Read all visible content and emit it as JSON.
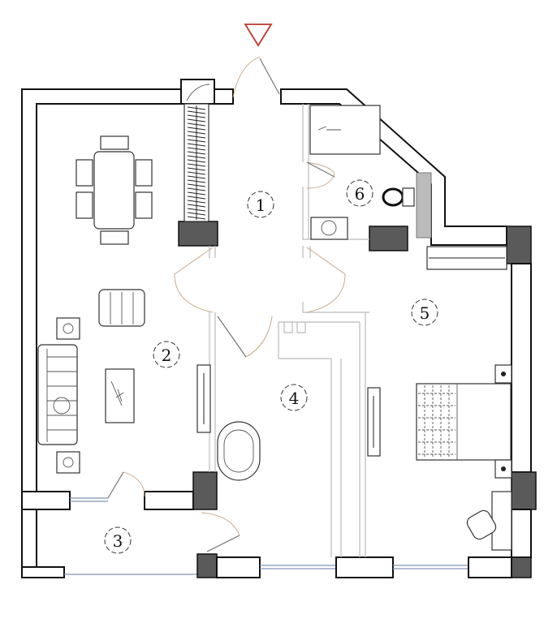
{
  "plan": {
    "entrance_marker_color": "#c0392b",
    "rooms": [
      {
        "number": "1"
      },
      {
        "number": "2"
      },
      {
        "number": "3"
      },
      {
        "number": "4"
      },
      {
        "number": "5"
      },
      {
        "number": "6"
      }
    ]
  }
}
